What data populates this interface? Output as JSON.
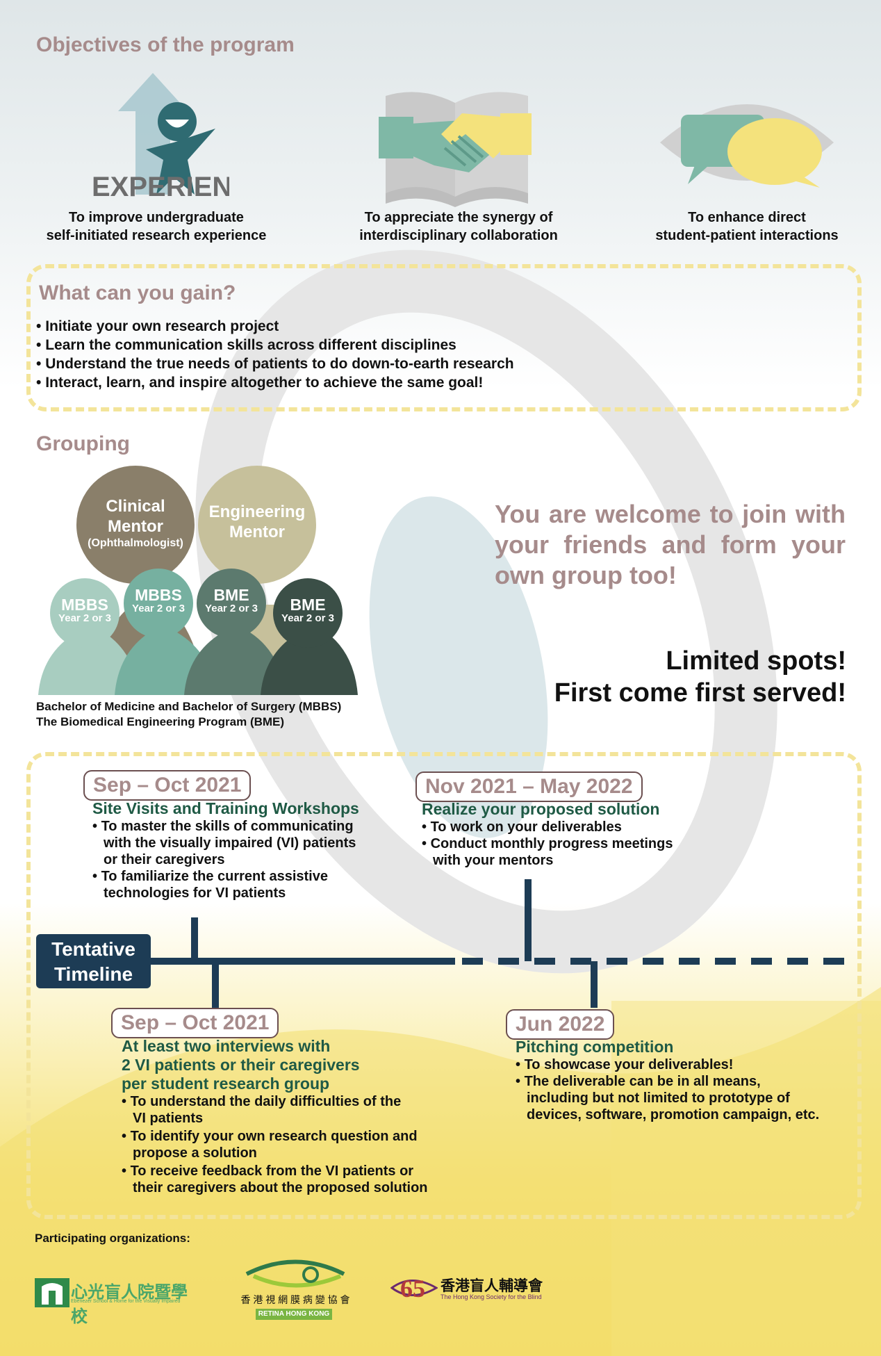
{
  "objectives": {
    "title": "Objectives of the program",
    "experience_word": "EXPERIENCE",
    "items": [
      {
        "line1": "To improve undergraduate",
        "line2": "self-initiated research experience",
        "icon": "experience-icon"
      },
      {
        "line1": "To appreciate the synergy of",
        "line2": "interdisciplinary collaboration",
        "icon": "handshake-book-icon"
      },
      {
        "line1": "To enhance direct",
        "line2": "student-patient interactions",
        "icon": "speech-bubbles-eye-icon"
      }
    ]
  },
  "gain": {
    "title": "What can you gain?",
    "items": [
      "Initiate your own research project",
      "Learn the communication skills across different disciplines",
      "Understand the true needs of patients to do down-to-earth research",
      "Interact, learn, and inspire altogether to achieve the same goal!"
    ]
  },
  "grouping": {
    "title": "Grouping",
    "clinical_mentor": {
      "line1": "Clinical",
      "line2": "Mentor",
      "line3": "(Ophthalmologist)"
    },
    "engineering_mentor": {
      "line1": "Engineering",
      "line2": "Mentor"
    },
    "students": [
      {
        "label": "MBBS",
        "sub": "Year 2 or 3"
      },
      {
        "label": "MBBS",
        "sub": "Year 2 or 3"
      },
      {
        "label": "BME",
        "sub": "Year 2 or 3"
      },
      {
        "label": "BME",
        "sub": "Year 2 or 3"
      }
    ],
    "footnote1": "Bachelor of Medicine and Bachelor of Surgery (MBBS)",
    "footnote2": "The Biomedical Engineering Program (BME)",
    "welcome": [
      "You are welcome to join with",
      "your friends and form your",
      "own group too!"
    ],
    "limited1": "Limited spots!",
    "limited2": "First come first served!"
  },
  "timeline": {
    "label1": "Tentative",
    "label2": "Timeline",
    "events": [
      {
        "date": "Sep – Oct 2021",
        "heading": "Site Visits and Training Workshops",
        "bullets": [
          [
            "To master the skills of communicating",
            "with the visually impaired (VI) patients",
            "or their caregivers"
          ],
          [
            "To familiarize the current assistive",
            "technologies for VI patients"
          ]
        ]
      },
      {
        "date": "Nov 2021 – May 2022",
        "heading": "Realize your proposed solution",
        "bullets": [
          [
            "To work on your deliverables"
          ],
          [
            "Conduct monthly progress meetings",
            "with your mentors"
          ]
        ]
      },
      {
        "date": "Sep – Oct 2021",
        "heading": [
          "At least two interviews with",
          "2 VI patients or their caregivers",
          "per student research group"
        ],
        "bullets": [
          [
            "To understand the daily difficulties of the",
            "VI patients"
          ],
          [
            "To identify your own research question and",
            "propose a solution"
          ],
          [
            "To receive feedback from the VI patients or",
            "their caregivers about the proposed solution"
          ]
        ]
      },
      {
        "date": "Jun 2022",
        "heading": "Pitching competition",
        "bullets": [
          [
            "To showcase your deliverables!"
          ],
          [
            "The deliverable can be in all means,",
            "including but not limited to prototype of",
            "devices, software, promotion campaign, etc."
          ]
        ]
      }
    ]
  },
  "organizations": {
    "title": "Participating organizations:",
    "logos": [
      {
        "name_zh": "心光盲人院暨學校",
        "name_en": "Ebenezer School & Home for the Visually Impaired"
      },
      {
        "name_zh": "香 港 視 網 膜 病 變 協 會",
        "name_en": "RETINA HONG KONG"
      },
      {
        "name_zh": "香港盲人輔導會",
        "name_en": "The Hong Kong Society for the Blind",
        "number": "65"
      }
    ]
  },
  "colors": {
    "title_mauve": "#a68b8b",
    "teal": "#7fb8a6",
    "dark_navy": "#1d3c55",
    "green_heading": "#1f5a45",
    "yellow": "#f3dc66"
  }
}
